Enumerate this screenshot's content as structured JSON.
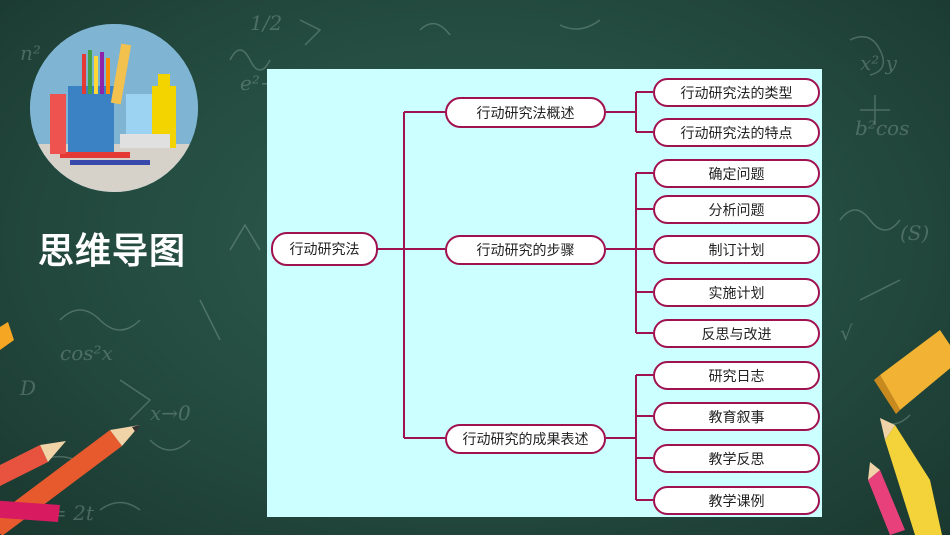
{
  "slide": {
    "title": "思维导图"
  },
  "mindmap": {
    "root": "行动研究法",
    "branches": [
      {
        "label": "行动研究法概述",
        "children": [
          "行动研究法的类型",
          "行动研究法的特点"
        ]
      },
      {
        "label": "行动研究的步骤",
        "children": [
          "确定问题",
          "分析问题",
          "制订计划",
          "实施计划",
          "反思与改进"
        ]
      },
      {
        "label": "行动研究的成果表述",
        "children": [
          "研究日志",
          "教育叙事",
          "教学反思",
          "教学课例"
        ]
      }
    ]
  },
  "colors": {
    "panel_bg": "#ccffff",
    "node_border": "#a0124f",
    "board": "#244b40"
  }
}
